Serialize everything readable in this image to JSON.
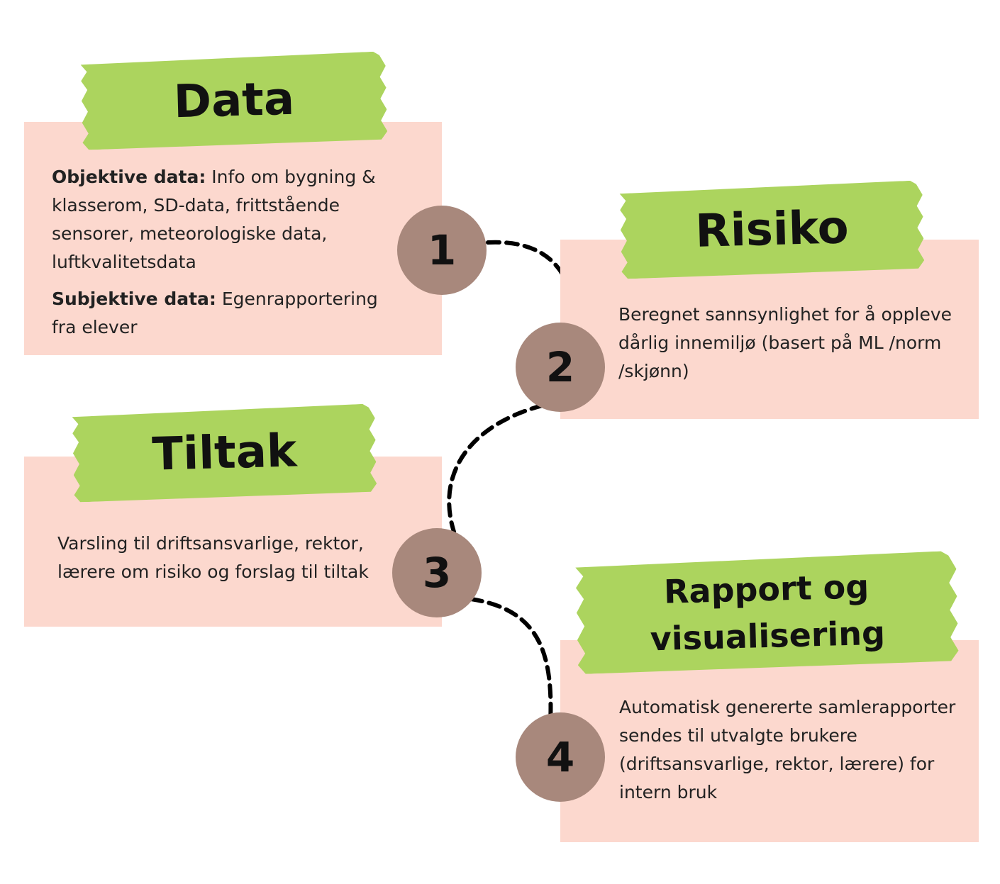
{
  "steps": [
    {
      "number": "1",
      "title": "Data",
      "p1_label": "Objektive data:",
      "p1_text": " Info om bygning & klasserom, SD-data, frittstående sensorer, meteorologiske data, luftkvalitetsdata",
      "p2_label": "Subjektive data:",
      "p2_text": " Egenrapportering fra elever"
    },
    {
      "number": "2",
      "title": "Risiko",
      "text": "Beregnet sannsynlighet for å oppleve dårlig innemiljø (basert på ML /norm /skjønn)"
    },
    {
      "number": "3",
      "title": "Tiltak",
      "text": "Varsling til driftsansvarlige, rektor, lærere om risiko og forslag til tiltak"
    },
    {
      "number": "4",
      "title_line1": "Rapport og",
      "title_line2": "visualisering",
      "text": "Automatisk genererte samlerapporter sendes til utvalgte brukere (driftsansvarlige, rektor, lærere) for intern bruk"
    }
  ],
  "colors": {
    "box": "#fcd8ce",
    "tape": "#acd45e",
    "circle": "#a8887c"
  }
}
